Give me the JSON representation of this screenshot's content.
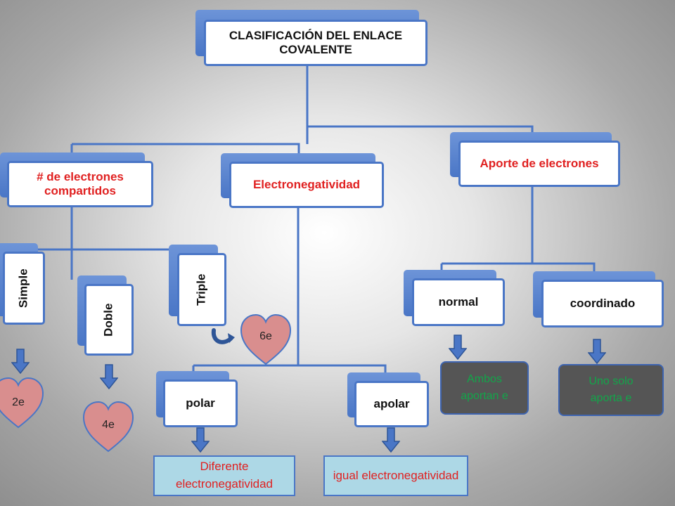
{
  "colors": {
    "accent_red": "#e02020",
    "box_border": "#4a76c6",
    "heart": "#d98e8e",
    "green_text": "#12a64a"
  },
  "root": {
    "label": "CLASIFICACIÓN DEL ENLACE COVALENTE"
  },
  "categories": {
    "shared": "# de electrones compartidos",
    "electroneg": "Electronegatividad",
    "aporte": "Aporte de electrones"
  },
  "bond_types": {
    "simple": "Simple",
    "doble": "Doble",
    "triple": "Triple"
  },
  "electrons": {
    "simple": "2e",
    "doble": "4e",
    "triple": "6e"
  },
  "polarity": {
    "polar": "polar",
    "apolar": "apolar"
  },
  "polarity_desc": {
    "polar": "Diferente electronegatividad",
    "apolar": "igual electronegatividad"
  },
  "aporte_types": {
    "normal": "normal",
    "coordinado": "coordinado"
  },
  "aporte_desc": {
    "normal": "Ambos aportan e",
    "coordinado": "Uno solo aporta e"
  }
}
